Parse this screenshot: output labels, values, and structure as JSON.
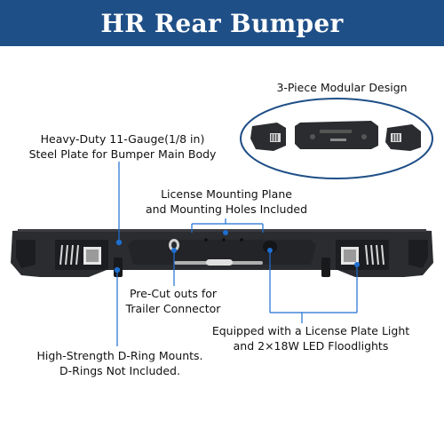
{
  "banner": {
    "title": "HR Rear Bumper"
  },
  "callouts": {
    "modular": {
      "line1": "3-Piece Modular Design"
    },
    "heavy_duty": {
      "line1": "Heavy-Duty 11-Gauge(1/8 in)",
      "line2": "Steel Plate for Bumper Main Body"
    },
    "license_plane": {
      "line1": "License Mounting Plane",
      "line2": "and Mounting Holes Included"
    },
    "precut": {
      "line1": "Pre-Cut outs for",
      "line2": "Trailer Connector"
    },
    "license_light": {
      "line1": "Equipped with a License Plate Light",
      "line2": "and 2×18W LED Floodlights"
    },
    "d_ring": {
      "line1": "High-Strength D-Ring Mounts.",
      "line2": "D-Rings Not Included."
    }
  },
  "colors": {
    "banner": "#1f4f87",
    "pointer": "#1f6fd0",
    "steel": "#2a2c30"
  }
}
